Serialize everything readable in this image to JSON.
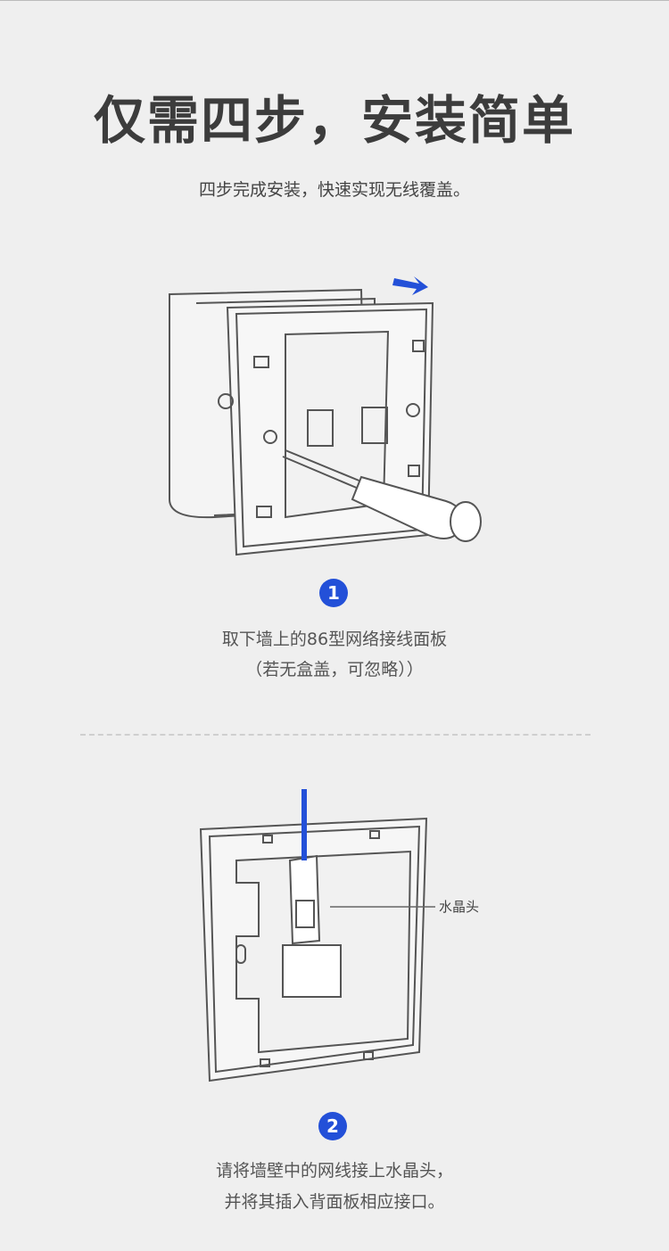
{
  "header": {
    "title": "仅需四步，安装简单",
    "subtitle": "四步完成安装，快速实现无线覆盖。"
  },
  "steps": [
    {
      "number": "1",
      "line1": "取下墙上的86型网络接线面板",
      "line2": "（若无盒盖，可忽略））"
    },
    {
      "number": "2",
      "line1": "请将墙壁中的网线接上水晶头，",
      "line2": "并将其插入背面板相应接口。",
      "callout": "水晶头"
    }
  ],
  "colors": {
    "accent": "#2350d8",
    "background": "#efefef"
  }
}
